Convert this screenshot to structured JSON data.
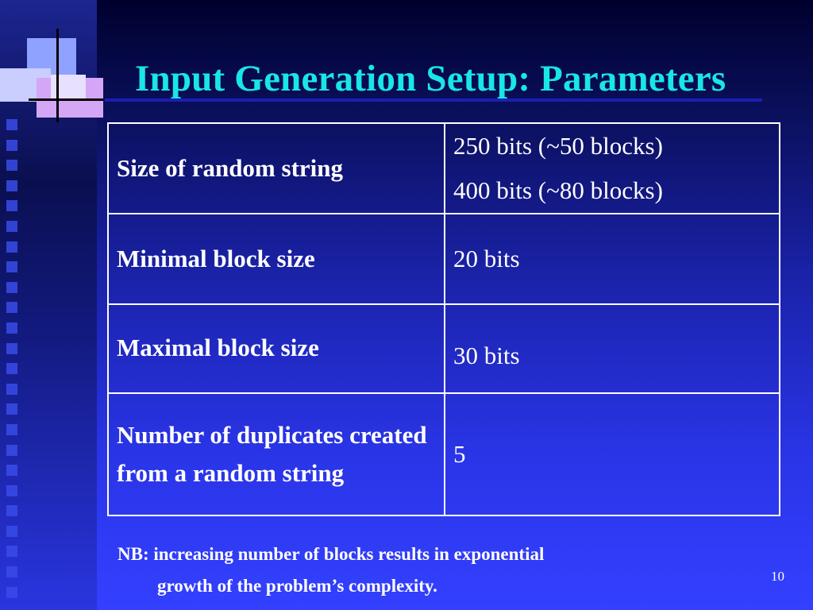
{
  "slide": {
    "title": "Input Generation Setup: Parameters",
    "page_number": "10"
  },
  "table": {
    "rows": [
      {
        "label": "Size of random string",
        "values": [
          "250 bits (~50 blocks)",
          "400 bits (~80 blocks)"
        ]
      },
      {
        "label": "Minimal block size",
        "values": [
          "20 bits"
        ]
      },
      {
        "label": "Maximal block size",
        "values": [
          "30 bits"
        ]
      },
      {
        "label": "Number of duplicates created from a random string",
        "values": [
          "5"
        ]
      }
    ]
  },
  "footnote": {
    "line1": "NB: increasing number of blocks results in exponential",
    "line2": "growth of the problem’s complexity."
  },
  "colors": {
    "title": "#19e6e6",
    "background": "#2a35e8",
    "text": "#ffffff"
  }
}
